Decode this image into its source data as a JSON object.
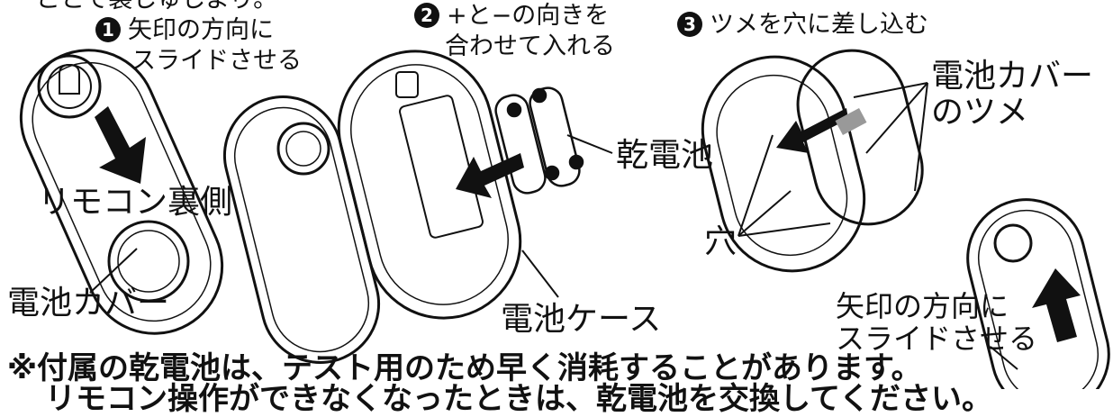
{
  "header_cut": "ことで装しゅしより。",
  "steps": [
    {
      "num": "1",
      "line1": "矢印の方向に",
      "line2": "スライドさせる"
    },
    {
      "num": "2",
      "line1": "+と−の向きを",
      "line2": "合わせて入れる"
    },
    {
      "num": "3",
      "line1": "ツメを穴に差し込む"
    }
  ],
  "labels": {
    "remote_back": "リモコン裏側",
    "battery_cover_left": "電池カバー",
    "battery": "乾電池",
    "battery_case": "電池ケース",
    "cover_tab_1": "電池カバー",
    "cover_tab_2": "のツメ",
    "hole": "穴",
    "slide_bottom_1": "矢印の方向に",
    "slide_bottom_2": "スライドさせる"
  },
  "notes": [
    "※付属の乾電池は、テスト用のため早く消耗することがあります。",
    "リモコン操作ができなくなったときは、乾電池を交換してください。"
  ]
}
